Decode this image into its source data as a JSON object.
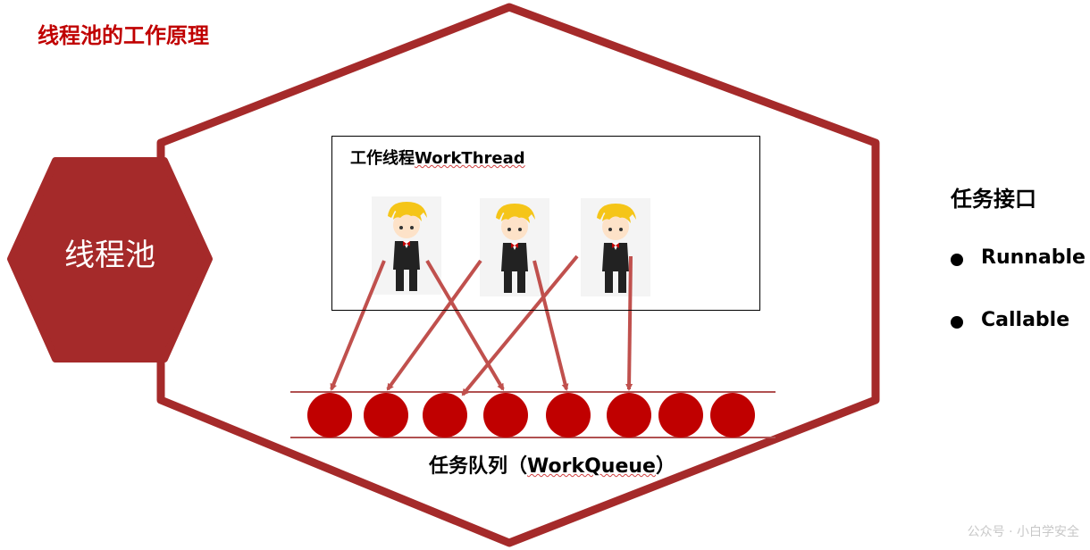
{
  "title": "线程池的工作原理",
  "pool_label": "线程池",
  "workers": {
    "title_cn": "工作线程",
    "title_en": "WorkThread",
    "count": 3
  },
  "queue": {
    "label_prefix": "任务队列（",
    "label_en": "WorkQueue",
    "label_suffix": "）",
    "task_count": 8
  },
  "interfaces": {
    "title": "任务接口",
    "items": [
      "Runnable",
      "Callable"
    ]
  },
  "watermark": "公众号 · 小白学安全",
  "colors": {
    "accent": "#a52a2a",
    "title": "#c00000",
    "task": "#c00000",
    "arrow": "#c0504d"
  }
}
